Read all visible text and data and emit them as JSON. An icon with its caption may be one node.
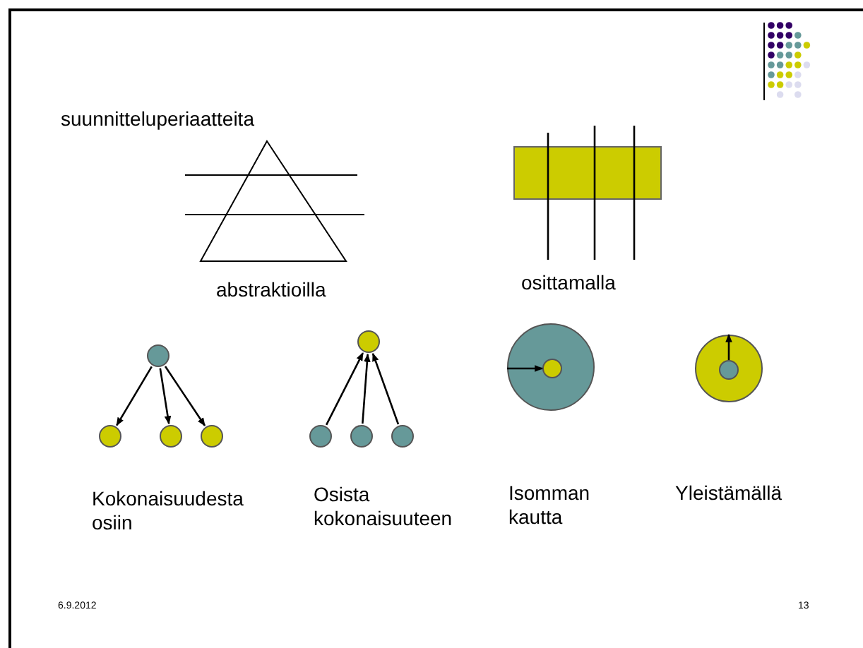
{
  "diagram": {
    "nodes": [
      {
        "text": [],
        "shape": "circle"
      },
      {
        "text": [],
        "shape": "circle"
      },
      {
        "text": [],
        "shape": "circle"
      },
      {
        "text": [],
        "shape": "circle"
      },
      {
        "text": [],
        "shape": "circle"
      },
      {
        "text": [],
        "shape": "circle"
      },
      {
        "text": [],
        "shape": "circle"
      },
      {
        "text": [],
        "shape": "circle"
      },
      {
        "text": [],
        "shape": "circle"
      },
      {
        "text": [],
        "shape": "circle",
        "in": 8
      },
      {
        "text": [],
        "shape": "circle"
      },
      {
        "text": [],
        "shape": "circle",
        "in": 10
      }
    ],
    "edges": [
      {
        "from": 0,
        "to": 1,
        "arrow": "to"
      },
      {
        "from": 0,
        "to": 2,
        "arrow": "to"
      },
      {
        "from": 0,
        "to": 3,
        "arrow": "to"
      },
      {
        "from": 5,
        "to": 4,
        "arrow": "to"
      },
      {
        "from": 6,
        "to": 4,
        "arrow": "to"
      },
      {
        "from": 7,
        "to": 4,
        "arrow": "to"
      },
      {
        "from": 8,
        "to": 9,
        "arrow": "to"
      },
      {
        "from": 11,
        "to": 10,
        "arrow": "to"
      }
    ],
    "labels": [
      "suunnitteluperiaatteita",
      "abstraktioilla",
      "osittamalla",
      "Kokonaisuudesta osiin",
      "Osista kokonaisuuteen",
      "Isomman kautta",
      "Yleistämällä",
      "6.9.2012",
      "13"
    ]
  }
}
